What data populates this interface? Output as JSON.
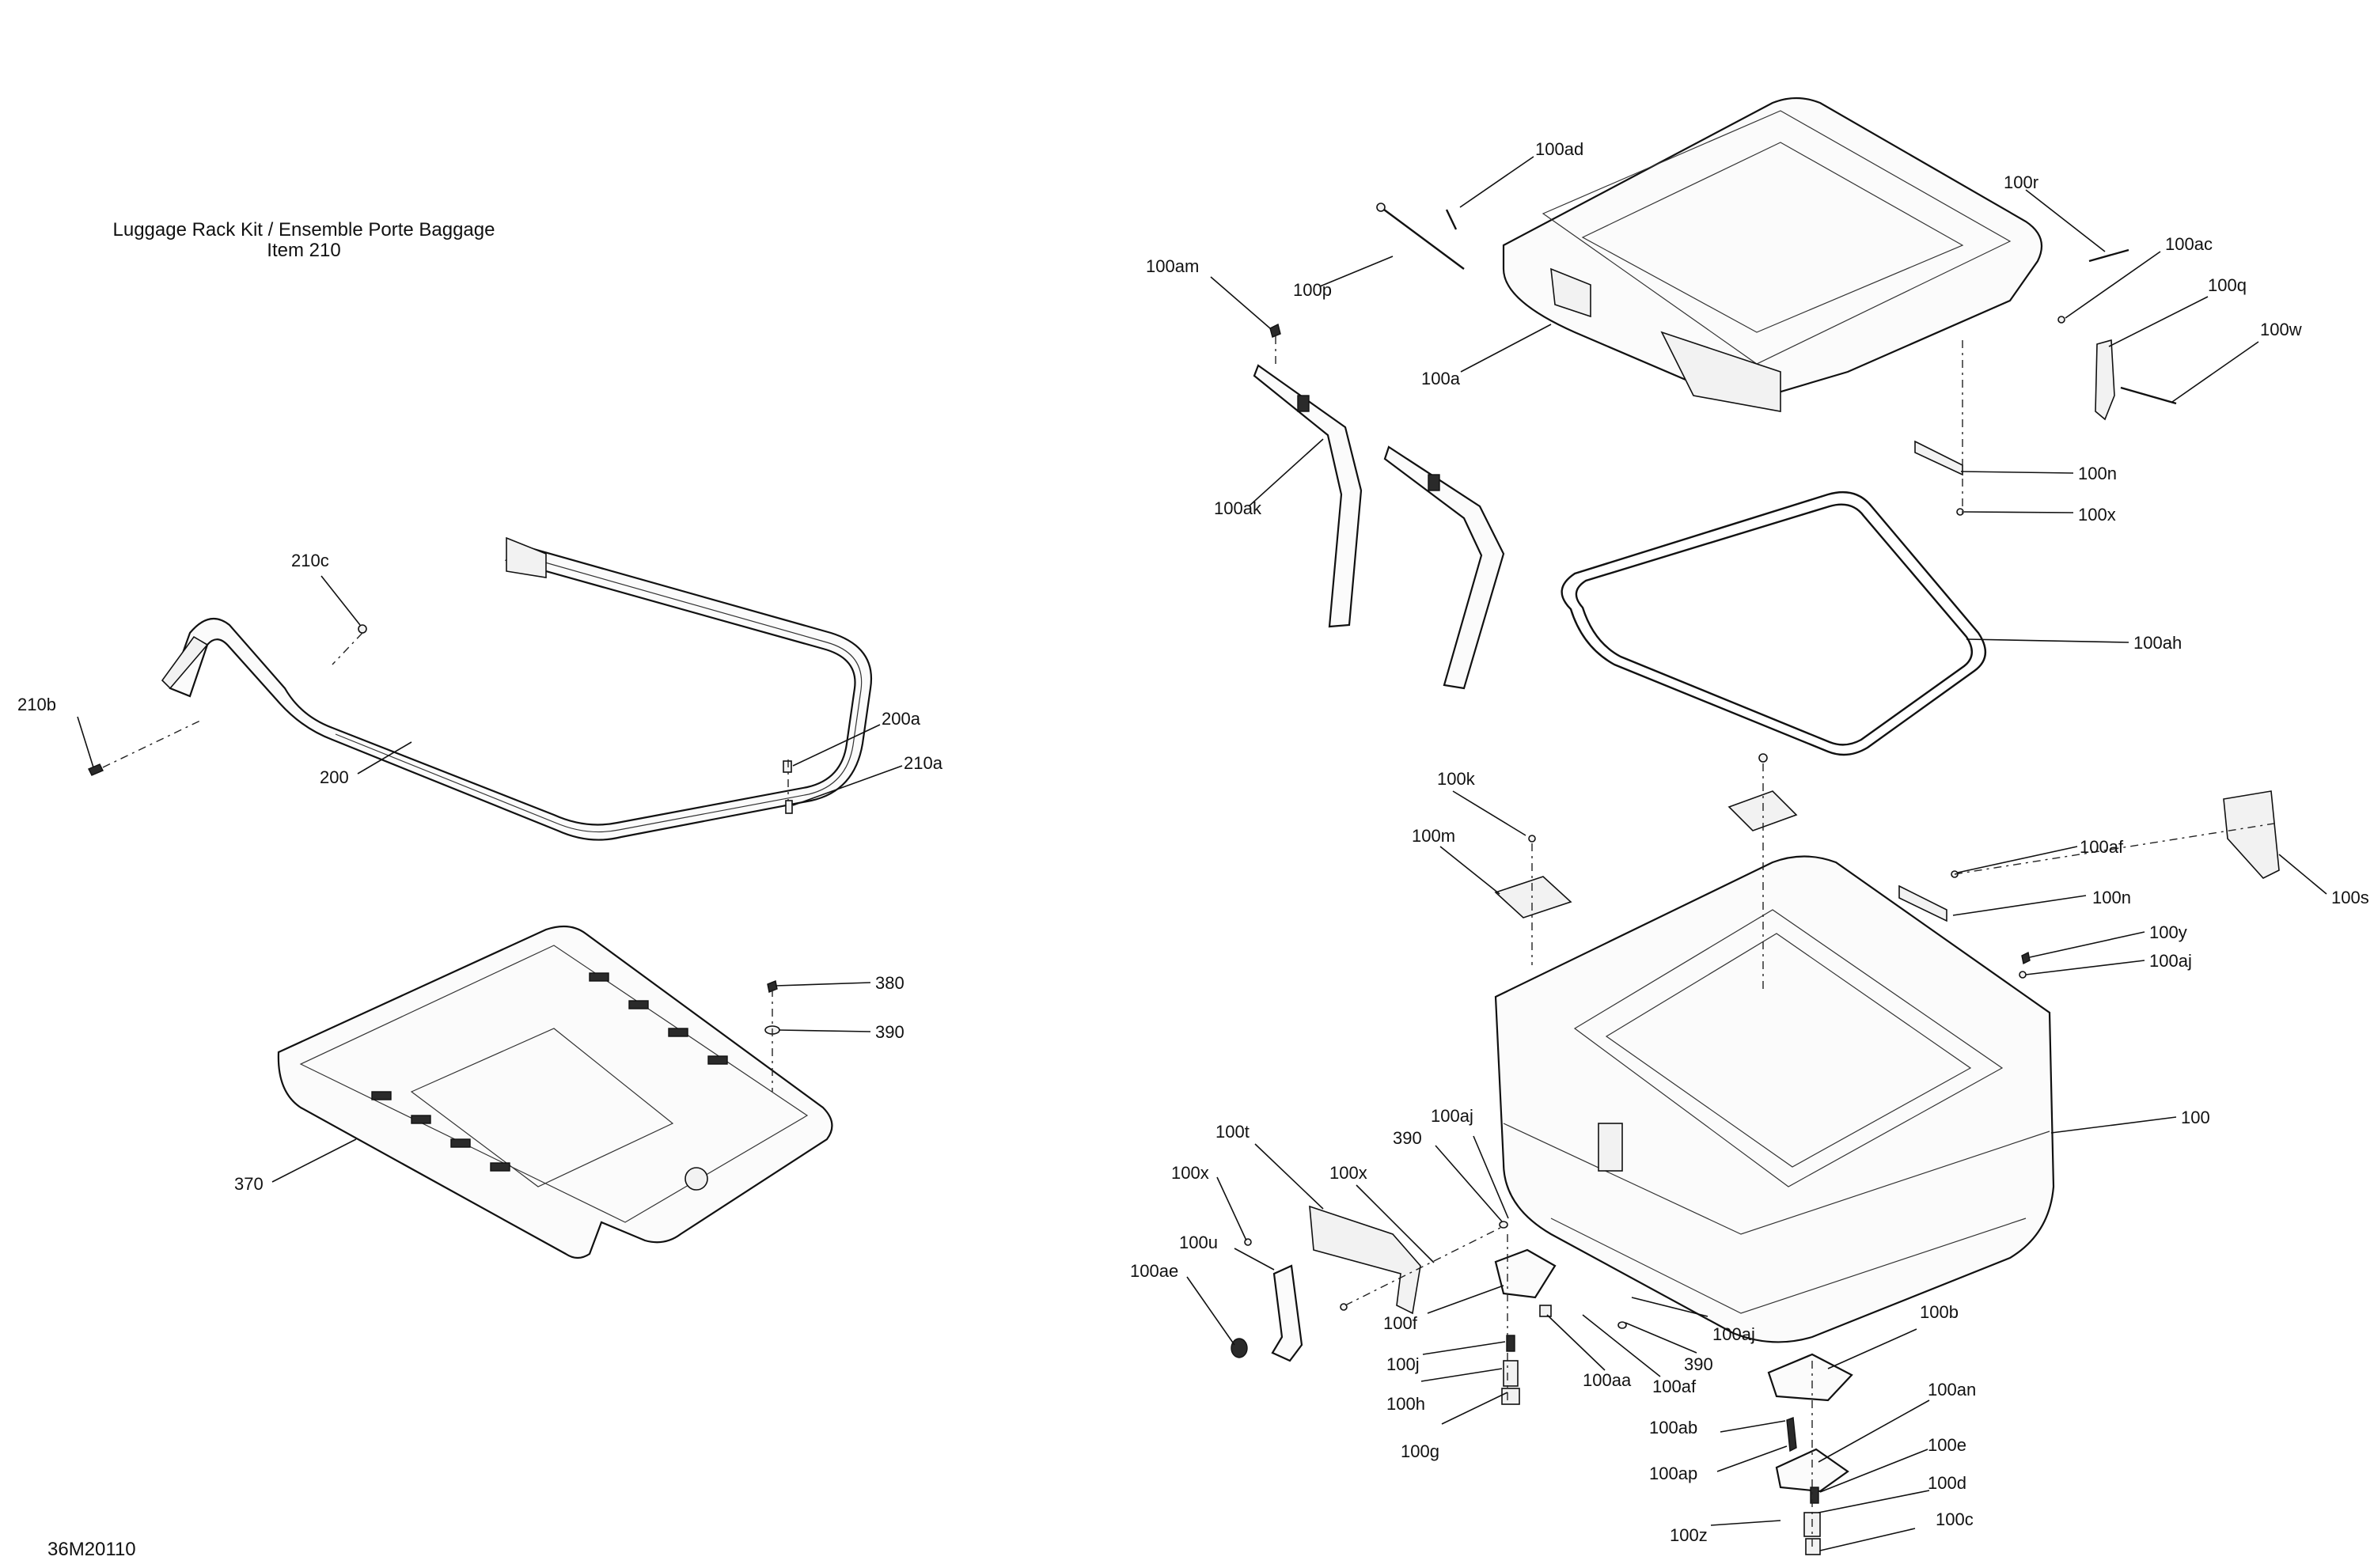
{
  "header": {
    "kit_title": "Luggage Rack Kit / Ensemble Porte Baggage",
    "kit_item": "Item 210"
  },
  "footer": {
    "drawing_number": "36M20110"
  },
  "callouts": {
    "c210c": "210c",
    "c210b": "210b",
    "c200": "200",
    "c200a": "200a",
    "c210a": "210a",
    "c380": "380",
    "c390_a": "390",
    "c370": "370",
    "c100ad": "100ad",
    "c100r": "100r",
    "c100ac": "100ac",
    "c100q": "100q",
    "c100w": "100w",
    "c100am": "100am",
    "c100p": "100p",
    "c100a": "100a",
    "c100n_a": "100n",
    "c100x_a": "100x",
    "c100ak": "100ak",
    "c100ah": "100ah",
    "c100k": "100k",
    "c100m": "100m",
    "c100af_a": "100af",
    "c100n_b": "100n",
    "c100s": "100s",
    "c100y": "100y",
    "c100aj_a": "100aj",
    "c100": "100",
    "c100t": "100t",
    "c100aj_b": "100aj",
    "c390_b": "390",
    "c100x_b": "100x",
    "c100x_c": "100x",
    "c100u": "100u",
    "c100ae": "100ae",
    "c100f": "100f",
    "c100j": "100j",
    "c100h": "100h",
    "c100g": "100g",
    "c100aa": "100aa",
    "c100af_b": "100af",
    "c390_c": "390",
    "c100aj_c": "100aj",
    "c100b": "100b",
    "c100an": "100an",
    "c100ab": "100ab",
    "c100ap": "100ap",
    "c100e": "100e",
    "c100d": "100d",
    "c100z": "100z",
    "c100c": "100c"
  }
}
